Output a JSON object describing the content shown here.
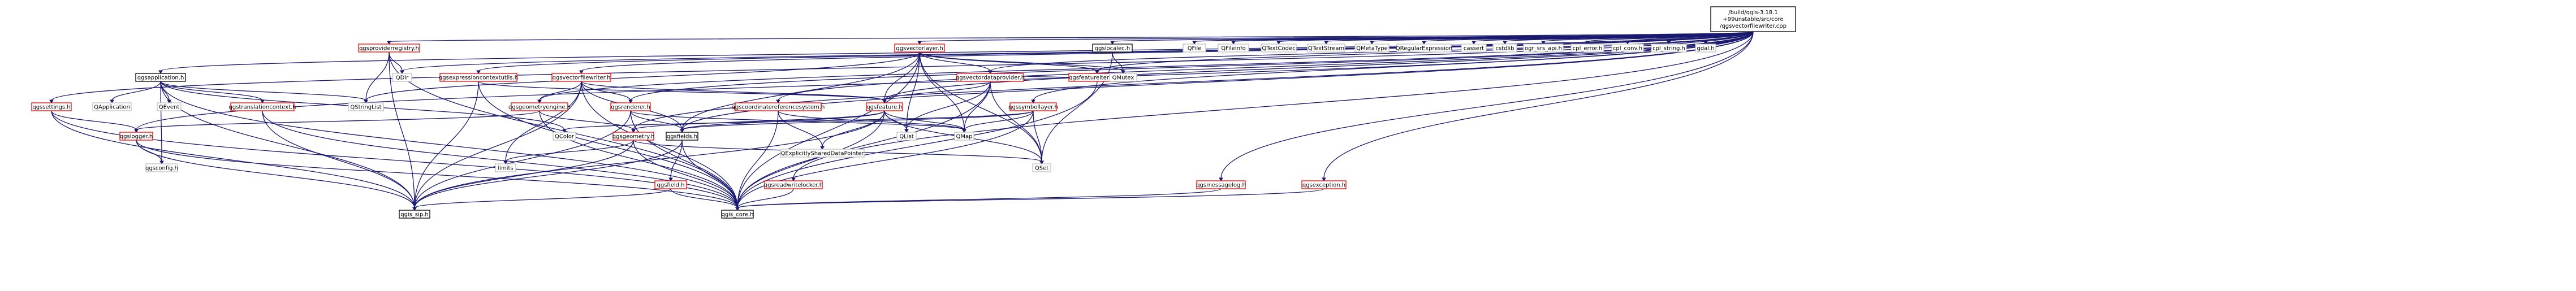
{
  "colors": {
    "edge": "#191970",
    "root_fill": "#bfbfbf",
    "root_border": "#000000",
    "node_border_documented": "#000000",
    "node_border_linked": "#ff0000",
    "node_border_external": "#bfbfbf",
    "node_text": "#000000"
  },
  "root": {
    "lines": [
      "/build/qgis-3.18.1",
      "+99unstable/src/core",
      "/qgsvectorfilewriter.cpp"
    ]
  },
  "nodes": [
    {
      "id": "qgsproviderregistry",
      "label": "qgsproviderregistry.h",
      "kind": "linked"
    },
    {
      "id": "qgsvectorlayer",
      "label": "qgsvectorlayer.h",
      "kind": "linked"
    },
    {
      "id": "qgslocalec",
      "label": "qgslocalec.h",
      "kind": "documented"
    },
    {
      "id": "QFile",
      "label": "QFile",
      "kind": "external"
    },
    {
      "id": "QFileInfo",
      "label": "QFileInfo",
      "kind": "external"
    },
    {
      "id": "QTextCodec",
      "label": "QTextCodec",
      "kind": "external"
    },
    {
      "id": "QTextStream",
      "label": "QTextStream",
      "kind": "external"
    },
    {
      "id": "QMetaType",
      "label": "QMetaType",
      "kind": "external"
    },
    {
      "id": "QRegularExpression",
      "label": "QRegularExpression",
      "kind": "external"
    },
    {
      "id": "cassert",
      "label": "cassert",
      "kind": "external"
    },
    {
      "id": "cstdlib",
      "label": "cstdlib",
      "kind": "external"
    },
    {
      "id": "ogr_srs_api",
      "label": "ogr_srs_api.h",
      "kind": "external"
    },
    {
      "id": "cpl_error",
      "label": "cpl_error.h",
      "kind": "external"
    },
    {
      "id": "cpl_conv",
      "label": "cpl_conv.h",
      "kind": "external"
    },
    {
      "id": "cpl_string",
      "label": "cpl_string.h",
      "kind": "external"
    },
    {
      "id": "gdal",
      "label": "gdal.h",
      "kind": "external"
    },
    {
      "id": "qgsapplication",
      "label": "qgsapplication.h",
      "kind": "documented"
    },
    {
      "id": "QDir",
      "label": "QDir",
      "kind": "external"
    },
    {
      "id": "qgsexpressioncontextutils",
      "label": "qgsexpressioncontextutils.h",
      "kind": "linked"
    },
    {
      "id": "qgsvectorfilewriter",
      "label": "qgsvectorfilewriter.h",
      "kind": "linked"
    },
    {
      "id": "qgsvectordataprovider",
      "label": "qgsvectordataprovider.h",
      "kind": "linked"
    },
    {
      "id": "qgsfeatureiterator",
      "label": "qgsfeatureiterator.h",
      "kind": "linked"
    },
    {
      "id": "QMutex",
      "label": "QMutex",
      "kind": "external"
    },
    {
      "id": "qgssettings",
      "label": "qgssettings.h",
      "kind": "linked"
    },
    {
      "id": "QApplication",
      "label": "QApplication",
      "kind": "external"
    },
    {
      "id": "QEvent",
      "label": "QEvent",
      "kind": "external"
    },
    {
      "id": "qgstranslationcontext",
      "label": "qgstranslationcontext.h",
      "kind": "linked"
    },
    {
      "id": "QStringList",
      "label": "QStringList",
      "kind": "external"
    },
    {
      "id": "qgsgeometryengine",
      "label": "qgsgeometryengine.h",
      "kind": "linked"
    },
    {
      "id": "qgsrenderer",
      "label": "qgsrenderer.h",
      "kind": "linked"
    },
    {
      "id": "qgscoordinatereferencesystem",
      "label": "qgscoordinatereferencesystem.h",
      "kind": "linked"
    },
    {
      "id": "qgsfeature",
      "label": "qgsfeature.h",
      "kind": "linked"
    },
    {
      "id": "qgssymbollayer",
      "label": "qgssymbollayer.h",
      "kind": "linked"
    },
    {
      "id": "qgslogger",
      "label": "qgslogger.h",
      "kind": "linked"
    },
    {
      "id": "QColor",
      "label": "QColor",
      "kind": "external"
    },
    {
      "id": "qgsgeometry",
      "label": "qgsgeometry.h",
      "kind": "linked"
    },
    {
      "id": "qgsfields",
      "label": "qgsfields.h",
      "kind": "documented"
    },
    {
      "id": "QList",
      "label": "QList",
      "kind": "external"
    },
    {
      "id": "QMap",
      "label": "QMap",
      "kind": "external"
    },
    {
      "id": "QExplicitlySharedDataPointer",
      "label": "QExplicitlySharedDataPointer",
      "kind": "external"
    },
    {
      "id": "qgsconfig",
      "label": "qgsconfig.h",
      "kind": "external"
    },
    {
      "id": "limits",
      "label": "limits",
      "kind": "external"
    },
    {
      "id": "QSet",
      "label": "QSet",
      "kind": "external"
    },
    {
      "id": "qgsfield",
      "label": "qgsfield.h",
      "kind": "linked"
    },
    {
      "id": "qgsreadwritelocker",
      "label": "qgsreadwritelocker.h",
      "kind": "linked"
    },
    {
      "id": "qgsmessagelog",
      "label": "qgsmessagelog.h",
      "kind": "linked"
    },
    {
      "id": "qgsexception",
      "label": "qgsexception.h",
      "kind": "linked"
    },
    {
      "id": "qgis_sip",
      "label": "qgis_sip.h",
      "kind": "documented"
    },
    {
      "id": "qgis_core",
      "label": "qgis_core.h",
      "kind": "documented"
    }
  ],
  "edges": [
    [
      "root",
      "qgsproviderregistry"
    ],
    [
      "root",
      "qgsvectorlayer"
    ],
    [
      "root",
      "qgslocalec"
    ],
    [
      "root",
      "QFile"
    ],
    [
      "root",
      "QFileInfo"
    ],
    [
      "root",
      "QTextCodec"
    ],
    [
      "root",
      "QTextStream"
    ],
    [
      "root",
      "QMetaType"
    ],
    [
      "root",
      "QRegularExpression"
    ],
    [
      "root",
      "cassert"
    ],
    [
      "root",
      "cstdlib"
    ],
    [
      "root",
      "ogr_srs_api"
    ],
    [
      "root",
      "cpl_error"
    ],
    [
      "root",
      "cpl_conv"
    ],
    [
      "root",
      "cpl_string"
    ],
    [
      "root",
      "gdal"
    ],
    [
      "root",
      "qgsapplication"
    ],
    [
      "root",
      "QDir"
    ],
    [
      "root",
      "qgsexpressioncontextutils"
    ],
    [
      "root",
      "qgsvectorfilewriter"
    ],
    [
      "root",
      "qgsvectordataprovider"
    ],
    [
      "root",
      "qgsfeatureiterator"
    ],
    [
      "root",
      "qgssettings"
    ],
    [
      "root",
      "qgsgeometry"
    ],
    [
      "root",
      "qgsfields"
    ],
    [
      "root",
      "qgsfeature"
    ],
    [
      "root",
      "qgsrenderer"
    ],
    [
      "root",
      "qgsgeometryengine"
    ],
    [
      "root",
      "qgscoordinatereferencesystem"
    ],
    [
      "root",
      "qgssymbollayer"
    ],
    [
      "root",
      "qgslogger"
    ],
    [
      "root",
      "qgsmessagelog"
    ],
    [
      "root",
      "qgsexception"
    ],
    [
      "root",
      "qgsreadwritelocker"
    ],
    [
      "qgsproviderregistry",
      "QDir"
    ],
    [
      "qgsproviderregistry",
      "QStringList"
    ],
    [
      "qgsproviderregistry",
      "qgis_core"
    ],
    [
      "qgsproviderregistry",
      "qgis_sip"
    ],
    [
      "qgsvectorlayer",
      "qgis_core"
    ],
    [
      "qgsvectorlayer",
      "QMap"
    ],
    [
      "qgsvectorlayer",
      "QSet"
    ],
    [
      "qgsvectorlayer",
      "QList"
    ],
    [
      "qgsvectorlayer",
      "QStringList"
    ],
    [
      "qgsvectorlayer",
      "qgsfeature"
    ],
    [
      "qgsvectorlayer",
      "qgsfeatureiterator"
    ],
    [
      "qgsvectorlayer",
      "qgsfields"
    ],
    [
      "qgsvectorlayer",
      "qgsvectordataprovider"
    ],
    [
      "qgsvectorlayer",
      "QMutex"
    ],
    [
      "qgslocalec",
      "QMutex"
    ],
    [
      "qgslocalec",
      "QSet"
    ],
    [
      "qgsapplication",
      "qgis_core"
    ],
    [
      "qgsapplication",
      "QApplication"
    ],
    [
      "qgsapplication",
      "QEvent"
    ],
    [
      "qgsapplication",
      "QStringList"
    ],
    [
      "qgsapplication",
      "qgsconfig"
    ],
    [
      "qgsapplication",
      "qgstranslationcontext"
    ],
    [
      "qgsapplication",
      "qgis_sip"
    ],
    [
      "qgsapplication",
      "QColor"
    ],
    [
      "qgsexpressioncontextutils",
      "qgis_core"
    ],
    [
      "qgsexpressioncontextutils",
      "qgis_sip"
    ],
    [
      "qgsexpressioncontextutils",
      "qgsfeature"
    ],
    [
      "qgsvectorfilewriter",
      "qgis_core"
    ],
    [
      "qgsvectorfilewriter",
      "qgsfields"
    ],
    [
      "qgsvectorfilewriter",
      "qgsfeature"
    ],
    [
      "qgsvectorfilewriter",
      "qgsrenderer"
    ],
    [
      "qgsvectorfilewriter",
      "qgsgeometryengine"
    ],
    [
      "qgsvectorfilewriter",
      "limits"
    ],
    [
      "qgsvectorfilewriter",
      "qgis_sip"
    ],
    [
      "qgsvectordataprovider",
      "qgis_core"
    ],
    [
      "qgsvectordataprovider",
      "QSet"
    ],
    [
      "qgsvectordataprovider",
      "QMap"
    ],
    [
      "qgsvectordataprovider",
      "QList"
    ],
    [
      "qgsvectordataprovider",
      "qgsfeature"
    ],
    [
      "qgsvectordataprovider",
      "QMutex"
    ],
    [
      "qgsfeatureiterator",
      "qgis_core"
    ],
    [
      "qgssettings",
      "qgis_core"
    ],
    [
      "qgssettings",
      "qgis_sip"
    ],
    [
      "qgssettings",
      "qgslogger"
    ],
    [
      "qgstranslationcontext",
      "qgis_core"
    ],
    [
      "qgstranslationcontext",
      "qgis_sip"
    ],
    [
      "qgsgeometryengine",
      "qgis_core"
    ],
    [
      "qgsgeometryengine",
      "qgsgeometry"
    ],
    [
      "qgsgeometryengine",
      "qgslogger"
    ],
    [
      "qgsrenderer",
      "qgis_core"
    ],
    [
      "qgsrenderer",
      "qgis_sip"
    ],
    [
      "qgsrenderer",
      "qgsfields"
    ],
    [
      "qgsrenderer",
      "QMap"
    ],
    [
      "qgscoordinatereferencesystem",
      "qgis_core"
    ],
    [
      "qgscoordinatereferencesystem",
      "QExplicitlySharedDataPointer"
    ],
    [
      "qgscoordinatereferencesystem",
      "QMap"
    ],
    [
      "qgsfeature",
      "qgis_core"
    ],
    [
      "qgsfeature",
      "QExplicitlySharedDataPointer"
    ],
    [
      "qgsfeature",
      "QList"
    ],
    [
      "qgsfeature",
      "QMap"
    ],
    [
      "qgsfeature",
      "QSet"
    ],
    [
      "qgsfeature",
      "qgsfields"
    ],
    [
      "qgsfeature",
      "qgsgeometry"
    ],
    [
      "qgsfeature",
      "qgis_sip"
    ],
    [
      "qgssymbollayer",
      "qgis_core"
    ],
    [
      "qgssymbollayer",
      "QColor"
    ],
    [
      "qgssymbollayer",
      "QMap"
    ],
    [
      "qgssymbollayer",
      "QSet"
    ],
    [
      "qgssymbollayer",
      "qgsfields"
    ],
    [
      "qgslogger",
      "qgis_core"
    ],
    [
      "qgslogger",
      "qgsconfig"
    ],
    [
      "qgslogger",
      "qgis_sip"
    ],
    [
      "qgsgeometry",
      "qgis_core"
    ],
    [
      "qgsgeometry",
      "QSet"
    ],
    [
      "qgsgeometry",
      "qgis_sip"
    ],
    [
      "qgsgeometry",
      "limits"
    ],
    [
      "qgsfields",
      "qgis_core"
    ],
    [
      "qgsfields",
      "qgsfield"
    ],
    [
      "qgsfields",
      "qgis_sip"
    ],
    [
      "qgsfield",
      "qgis_core"
    ],
    [
      "qgsfield",
      "qgis_sip"
    ],
    [
      "qgsreadwritelocker",
      "qgis_core"
    ],
    [
      "qgsmessagelog",
      "qgis_core"
    ],
    [
      "qgsexception",
      "qgis_core"
    ]
  ]
}
